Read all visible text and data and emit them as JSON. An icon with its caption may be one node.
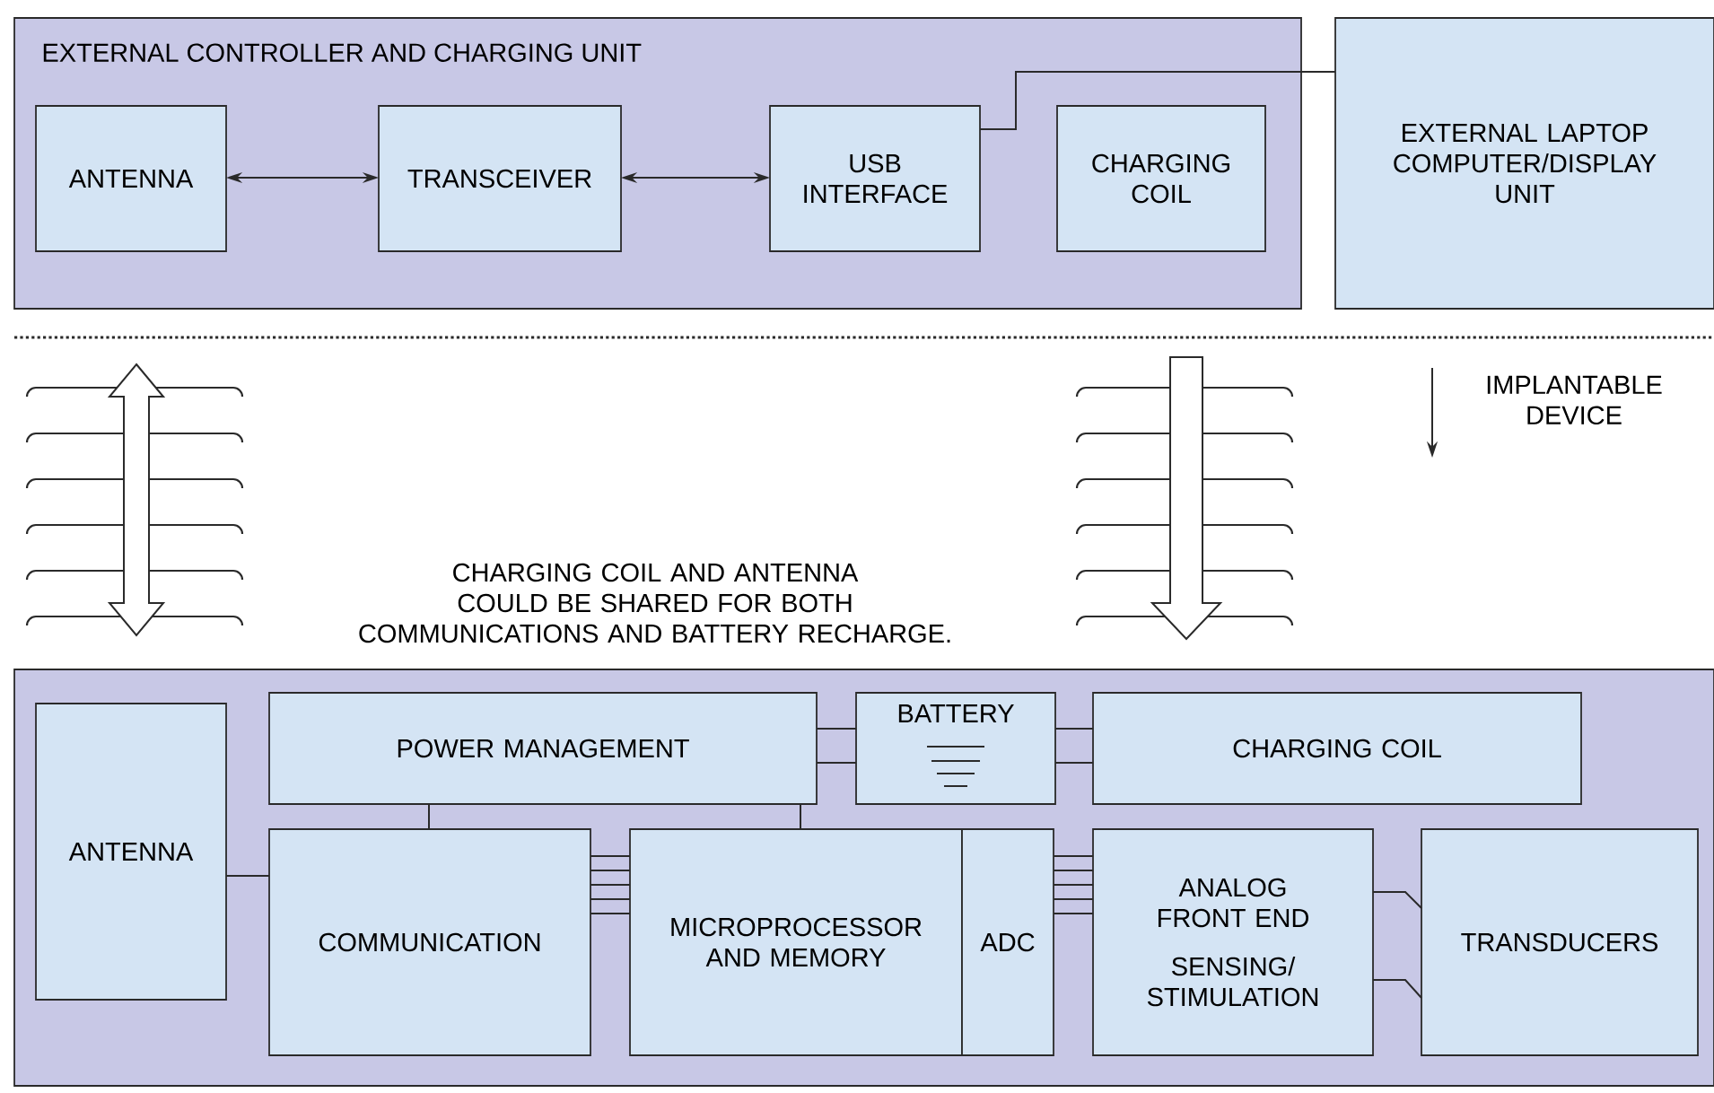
{
  "diagram": {
    "nodes": [
      {
        "text": [
          "EXTERNAL CONTROLLER AND CHARGING UNIT"
        ]
      },
      {
        "text": [
          "ANTENNA"
        ],
        "in": 0
      },
      {
        "text": [
          "TRANSCEIVER"
        ],
        "in": 0
      },
      {
        "text": [
          "USB INTERFACE"
        ],
        "in": 0
      },
      {
        "text": [
          "CHARGING COIL"
        ],
        "in": 0
      },
      {
        "text": [
          "EXTERNAL LAPTOP COMPUTER/DISPLAY UNIT"
        ]
      },
      {
        "text": [],
        "shape": "box"
      },
      {
        "text": [
          "ANTENNA"
        ],
        "in": 6
      },
      {
        "text": [
          "POWER MANAGEMENT"
        ],
        "in": 6
      },
      {
        "text": [
          "BATTERY"
        ],
        "in": 6
      },
      {
        "text": [
          "CHARGING COIL"
        ],
        "in": 6
      },
      {
        "text": [
          "COMMUNICATION"
        ],
        "in": 6
      },
      {
        "text": [
          "MICROPROCESSOR AND MEMORY"
        ],
        "in": 6
      },
      {
        "text": [
          "ADC"
        ],
        "in": 6
      },
      {
        "text": [
          "ANALOG FRONT END",
          "SENSING/ STIMULATION"
        ],
        "in": 6
      },
      {
        "text": [
          "TRANSDUCERS"
        ],
        "in": 6
      }
    ],
    "edges": [
      {
        "from": 1,
        "to": 2,
        "arrow": "both"
      },
      {
        "from": 2,
        "to": 3,
        "arrow": "both"
      },
      {
        "from": 3,
        "to": 5,
        "arrow": "none"
      },
      {
        "from": 8,
        "to": 9,
        "arrow": "none"
      },
      {
        "from": 8,
        "to": 9,
        "arrow": "none"
      },
      {
        "from": 9,
        "to": 10,
        "arrow": "none"
      },
      {
        "from": 9,
        "to": 10,
        "arrow": "none"
      },
      {
        "from": 8,
        "to": 11,
        "arrow": "none"
      },
      {
        "from": 8,
        "to": 12,
        "arrow": "none"
      },
      {
        "from": 7,
        "to": 11,
        "arrow": "none"
      },
      {
        "from": 11,
        "to": 12,
        "arrow": "none"
      },
      {
        "from": 11,
        "to": 12,
        "arrow": "none"
      },
      {
        "from": 11,
        "to": 12,
        "arrow": "none"
      },
      {
        "from": 11,
        "to": 12,
        "arrow": "none"
      },
      {
        "from": 11,
        "to": 12,
        "arrow": "none"
      },
      {
        "from": 13,
        "to": 14,
        "arrow": "none"
      },
      {
        "from": 13,
        "to": 14,
        "arrow": "none"
      },
      {
        "from": 13,
        "to": 14,
        "arrow": "none"
      },
      {
        "from": 13,
        "to": 14,
        "arrow": "none"
      },
      {
        "from": 13,
        "to": 14,
        "arrow": "none"
      },
      {
        "from": 14,
        "to": 15,
        "arrow": "none"
      },
      {
        "from": 14,
        "to": 15,
        "arrow": "none"
      }
    ],
    "labels": [
      "IMPLANTABLE DEVICE",
      "CHARGING COIL AND ANTENNA COULD BE SHARED FOR BOTH COMMUNICATIONS AND BATTERY RECHARGE."
    ]
  }
}
